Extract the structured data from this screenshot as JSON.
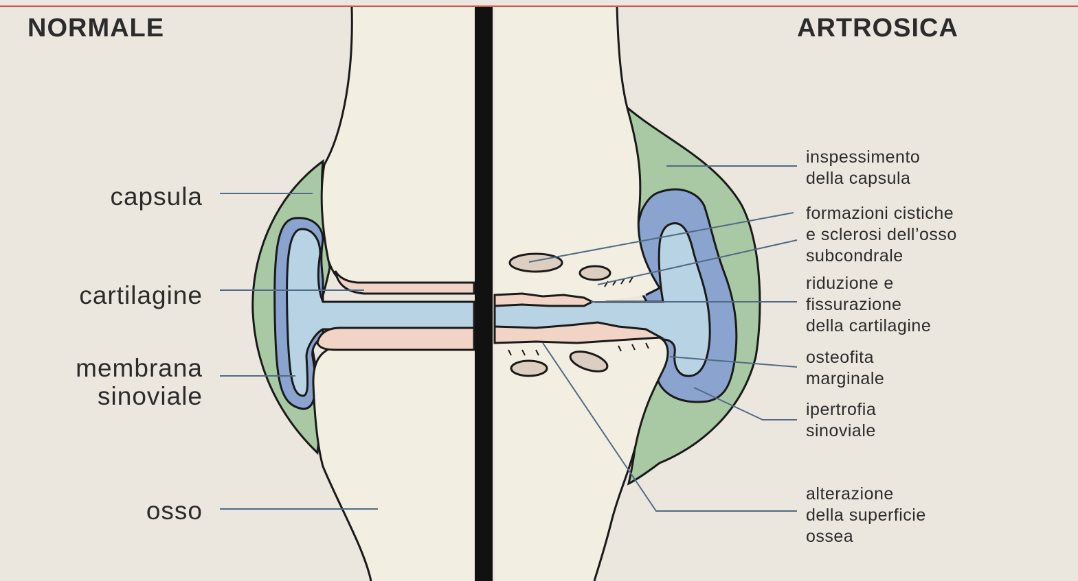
{
  "colors": {
    "background": "#ebe7de",
    "bone": "#f3eee2",
    "capsule": "#a9c9a4",
    "synovial_fluid": "#b8d3e3",
    "synovial_membrane": "#8aa3cf",
    "cartilage": "#f1d4c6",
    "divider": "#111111",
    "leader_line": "#506a86"
  },
  "headers": {
    "left": "NORMALE",
    "right": "ARTROSICA"
  },
  "left_labels": {
    "capsula": "capsula",
    "cartilagine": "cartilagine",
    "membrana_line1": "membrana",
    "membrana_line2": "sinoviale",
    "osso": "osso"
  },
  "right_labels": {
    "capsule_thickening": [
      "inspessimento",
      "della capsula"
    ],
    "cysts_sclerosis": [
      "formazioni cistiche",
      "e sclerosi dell’osso",
      "subcondrale"
    ],
    "cartilage_reduction": [
      "riduzione e",
      "fissurazione",
      "della cartilagine"
    ],
    "osteophyte": [
      "osteofita",
      "marginale"
    ],
    "synovial_hypertrophy": [
      "ipertrofia",
      "sinoviale"
    ],
    "bone_surface": [
      "alterazione",
      "della superficie",
      "ossea"
    ]
  }
}
